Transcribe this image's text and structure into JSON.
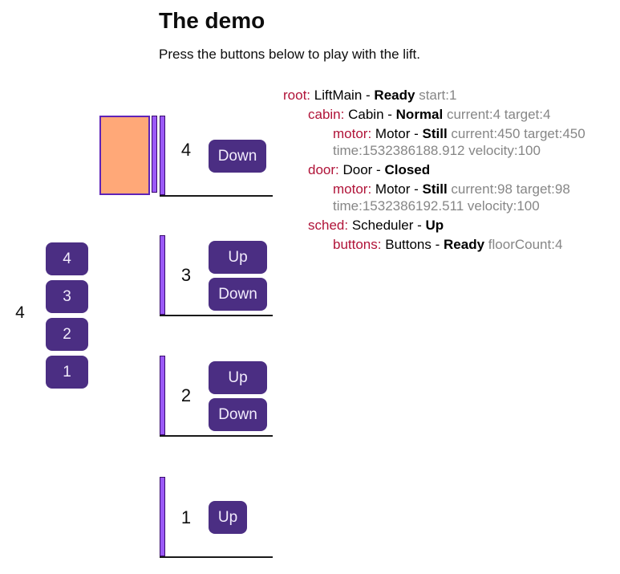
{
  "header": {
    "title": "The demo",
    "subtitle": "Press the buttons below to play with the lift."
  },
  "panel": {
    "current_floor_label": "4",
    "buttons": [
      {
        "label": "4"
      },
      {
        "label": "3"
      },
      {
        "label": "2"
      },
      {
        "label": "1"
      }
    ]
  },
  "shaft": {
    "floors": [
      {
        "number": "4",
        "down_label": "Down"
      },
      {
        "number": "3",
        "up_label": "Up",
        "down_label": "Down"
      },
      {
        "number": "2",
        "up_label": "Up",
        "down_label": "Down"
      },
      {
        "number": "1",
        "up_label": "Up"
      }
    ]
  },
  "status_tree": {
    "nodes": [
      {
        "name": "root:",
        "type": "LiftMain -",
        "state": "Ready",
        "params": "start:1"
      },
      {
        "name": "cabin:",
        "type": "Cabin -",
        "state": "Normal",
        "params": "current:4 target:4"
      },
      {
        "name": "motor:",
        "type": "Motor -",
        "state": "Still",
        "params": "current:450 target:450 time:1532386188.912 velocity:100"
      },
      {
        "name": "door:",
        "type": "Door -",
        "state": "Closed",
        "params": ""
      },
      {
        "name": "motor:",
        "type": "Motor -",
        "state": "Still",
        "params": "current:98 target:98 time:1532386192.511 velocity:100"
      },
      {
        "name": "sched:",
        "type": "Scheduler -",
        "state": "Up",
        "params": ""
      },
      {
        "name": "buttons:",
        "type": "Buttons -",
        "state": "Ready",
        "params": "floorCount:4"
      }
    ]
  },
  "colors": {
    "button_bg": "#4b2e83",
    "button_text": "#f2ecfc",
    "bar_fill": "#9b59f6",
    "bar_border": "#3a0c6e",
    "cabin_fill": "#ffa878",
    "cabin_border": "#5e23b8",
    "node_name_red": "#b01338",
    "params_gray": "#868686",
    "floor_line": "#1a1a1a"
  }
}
